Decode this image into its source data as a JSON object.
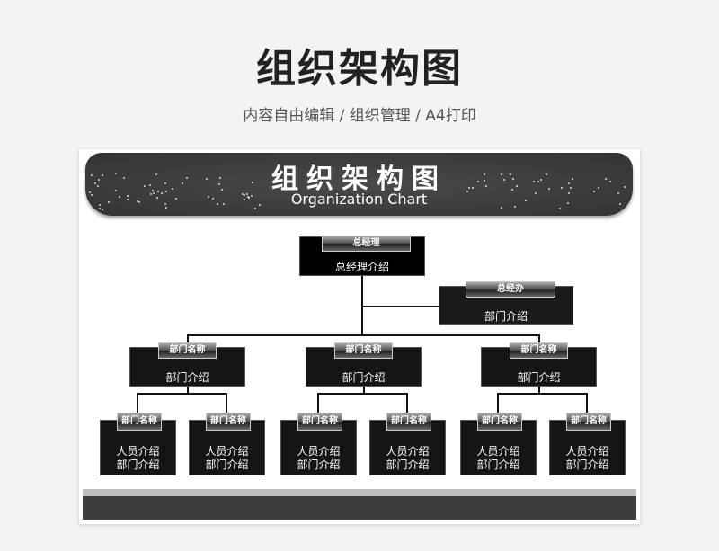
{
  "header": {
    "title": "组织架构图",
    "subtitle": "内容自由编辑 / 组织管理 / A4打印"
  },
  "banner": {
    "title": "组织架构图",
    "subtitle": "Organization Chart"
  },
  "chart": {
    "gm": {
      "name": "总经理",
      "desc": "总经理介绍"
    },
    "office": {
      "name": "总经办",
      "desc": "部门介绍"
    },
    "departments": [
      {
        "name": "部门名称",
        "desc": "部门介绍",
        "children": [
          {
            "name": "部门名称",
            "line1": "人员介绍",
            "line2": "部门介绍"
          },
          {
            "name": "部门名称",
            "line1": "人员介绍",
            "line2": "部门介绍"
          }
        ]
      },
      {
        "name": "部门名称",
        "desc": "部门介绍",
        "children": [
          {
            "name": "部门名称",
            "line1": "人员介绍",
            "line2": "部门介绍"
          },
          {
            "name": "部门名称",
            "line1": "人员介绍",
            "line2": "部门介绍"
          }
        ]
      },
      {
        "name": "部门名称",
        "desc": "部门介绍",
        "children": [
          {
            "name": "部门名称",
            "line1": "人员介绍",
            "line2": "部门介绍"
          },
          {
            "name": "部门名称",
            "line1": "人员介绍",
            "line2": "部门介绍"
          }
        ]
      }
    ]
  }
}
